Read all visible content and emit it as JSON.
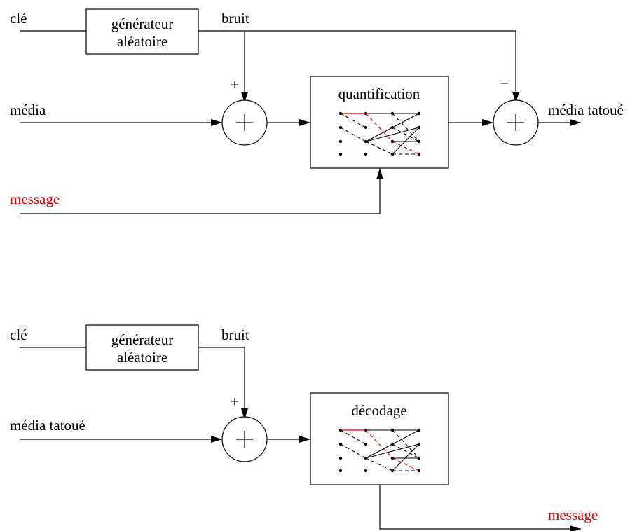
{
  "colors": {
    "line": "#000000",
    "accent": "#e00000"
  },
  "encoder": {
    "key_label": "clé",
    "generator_line1": "générateur",
    "generator_line2": "aléatoire",
    "noise_label": "bruit",
    "media_label": "média",
    "plus_sign": "+",
    "minus_sign": "−",
    "quantizer_title": "quantification",
    "output_label": "média tatoué",
    "message_label": "message"
  },
  "decoder": {
    "key_label": "clé",
    "generator_line1": "générateur",
    "generator_line2": "aléatoire",
    "noise_label": "bruit",
    "input_label": "média tatoué",
    "plus_sign": "+",
    "decoder_title": "décodage",
    "output_label": "message"
  }
}
